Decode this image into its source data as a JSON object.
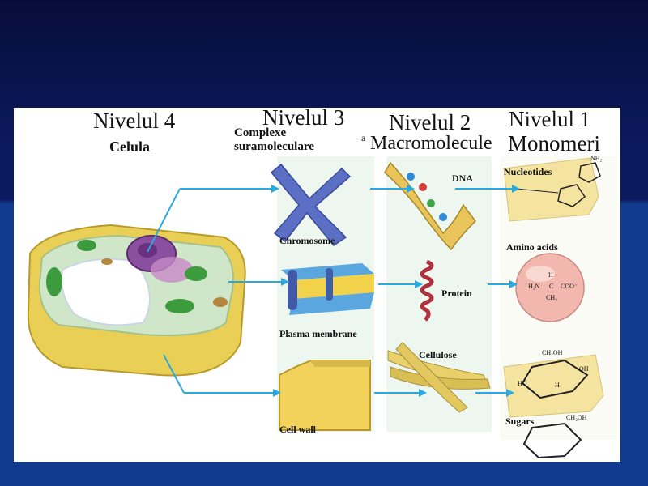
{
  "levels": [
    {
      "title": "Nivelul 4",
      "subtitle": "Celula"
    },
    {
      "title": "Nivelul 3",
      "subtitle_line1": "Complexe",
      "subtitle_line2": "suramoleculare",
      "stray": "a"
    },
    {
      "title": "Nivelul 2",
      "subtitle": "Macromolecule"
    },
    {
      "title": "Nivelul 1",
      "subtitle": "Monomeri"
    }
  ],
  "labels": {
    "chromosome": "Chromosome",
    "plasma_membrane": "Plasma membrane",
    "cell_wall": "Cell wall",
    "dna": "DNA",
    "protein": "Protein",
    "cellulose": "Cellulose",
    "nucleotides": "Nucleotides",
    "amino_acids": "Amino acids",
    "sugars": "Sugars"
  },
  "chem": {
    "nucleotide_nh2": "NH₂",
    "amino_left": "H₂N",
    "amino_right": "COO⁻",
    "amino_h": "H",
    "amino_c": "C",
    "amino_ch3": "CH₃",
    "sugar_top": "CH₂OH",
    "sugar_ho": "HO",
    "sugar_oh": "OH",
    "sugar_h": "H",
    "sugar2_top": "CH₂OH"
  },
  "colors": {
    "arrow": "#29a9e0",
    "chromosome": "#5b6fc4",
    "membrane_top": "#5aa7e0",
    "membrane_mid": "#f2d24a",
    "cell_wall": "#f3d25c",
    "cell_body": "#efdc6a",
    "chloroplast": "#3c9b3c",
    "nucleus": "#8b4fa0",
    "protein": "#b0303c",
    "sphere": "#f2b8b0",
    "monomer_bg": "#f5e4a0"
  }
}
